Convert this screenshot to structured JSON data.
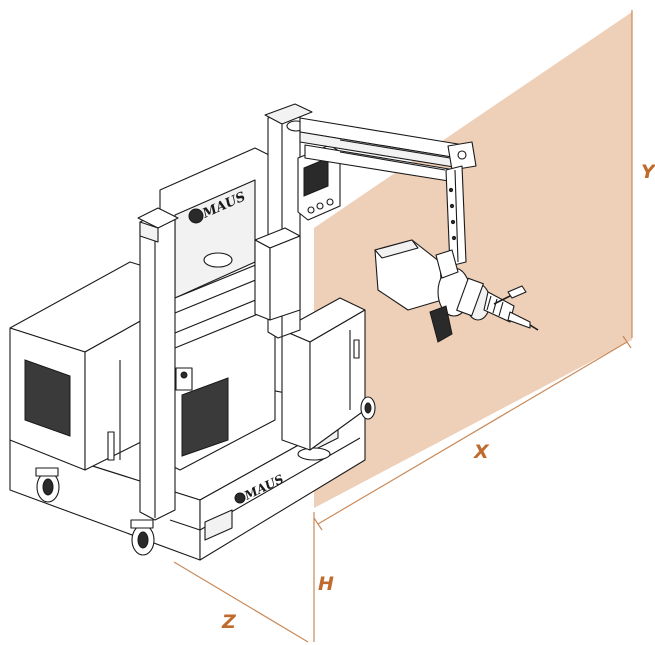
{
  "diagram": {
    "colors": {
      "workspace_fill": "#e8bfa0",
      "dimension_line": "#c98a5a",
      "label": "#c06a2c",
      "outline": "#1a1a1a"
    },
    "dimension_labels": {
      "x": "X",
      "y": "Y",
      "z": "Z",
      "h": "H"
    },
    "brand": {
      "logo_main": "MAUS",
      "logo_base": "MAUS"
    }
  }
}
